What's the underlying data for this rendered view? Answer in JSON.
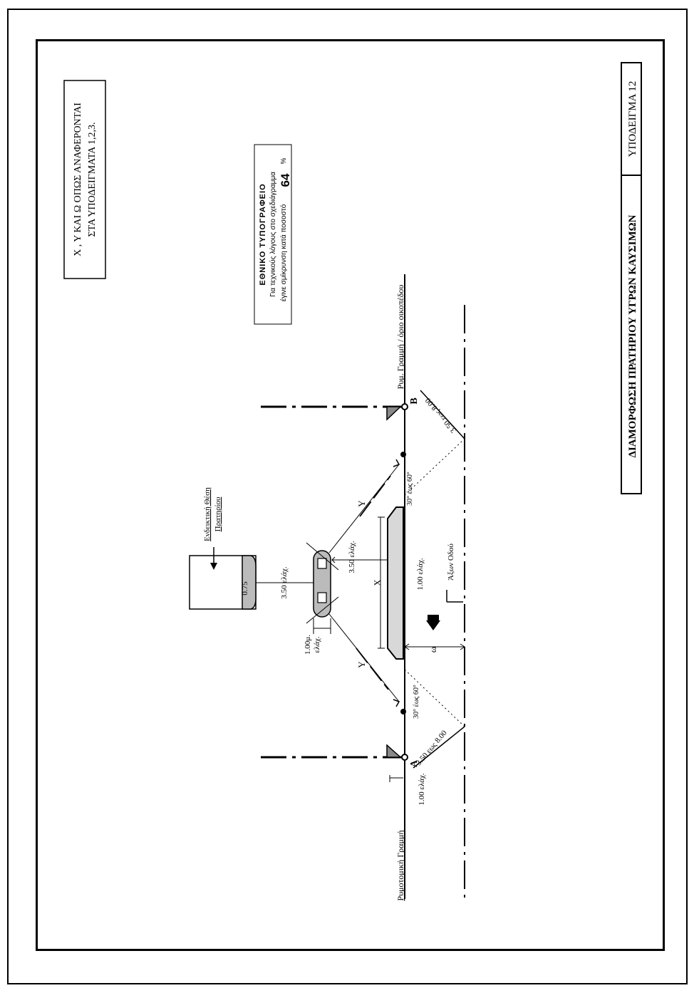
{
  "title_block": {
    "title": "ΔΙΑΜΟΡΦΩΣΗ ΠΡΑΤΗΡΙΟΥ ΥΓΡΩΝ ΚΑΥΣΙΜΩΝ",
    "example": "ΥΠΟΔΕΙΓΜΑ 12"
  },
  "note": {
    "line1": "Χ , Υ ΚΑΙ Ω ΟΠΩΣ ΑΝΑΦΕΡΟΝΤΑΙ",
    "line2": "ΣΤΑ ΥΠΟΔΕΙΓΜΑΤΑ 1,2,3."
  },
  "printer_stamp": {
    "heading": "ΕΘΝΙΚΟ ΤΥΠΟΓΡΑΦΕΙΟ",
    "line1": "Για τεχνικούς λόγους στο σχεδιάγραμμα",
    "line2": "έγινε σμίκρυνση κατά ποσοστό",
    "percent": "64",
    "percent_sign": "%"
  },
  "labels": {
    "building_line": "Ρυμοτομική Γραμμή",
    "building_line_b": "Ρυμ. Γραμμή / όριο οικοπέδου",
    "indicative_position_1": "Ενδεικτική Θέση",
    "indicative_position_2": "Πρατηρίου",
    "road_axis": "Άξων Οδού",
    "point_a": "A",
    "point_b": "B",
    "x": "X",
    "y_left": "Y",
    "y_right": "Y",
    "omega": "ω",
    "dim_100_left": "1.00 ελάχ.",
    "dim_350_a": "3.50 εως 8.00",
    "dim_350_b": "3.50 εως 8.00",
    "dim_350_island": "3.50 ελάχ.",
    "dim_350_pump": "3.50 ελάχ.",
    "dim_100_island": "1.00 ελάχ.",
    "dim_075": "0.75",
    "dim_100_pump_1": "1.00μ.",
    "dim_100_pump_2": "ελάχ.",
    "angle_left": "30° έως 60°",
    "angle_right": "30° έως 60°"
  }
}
